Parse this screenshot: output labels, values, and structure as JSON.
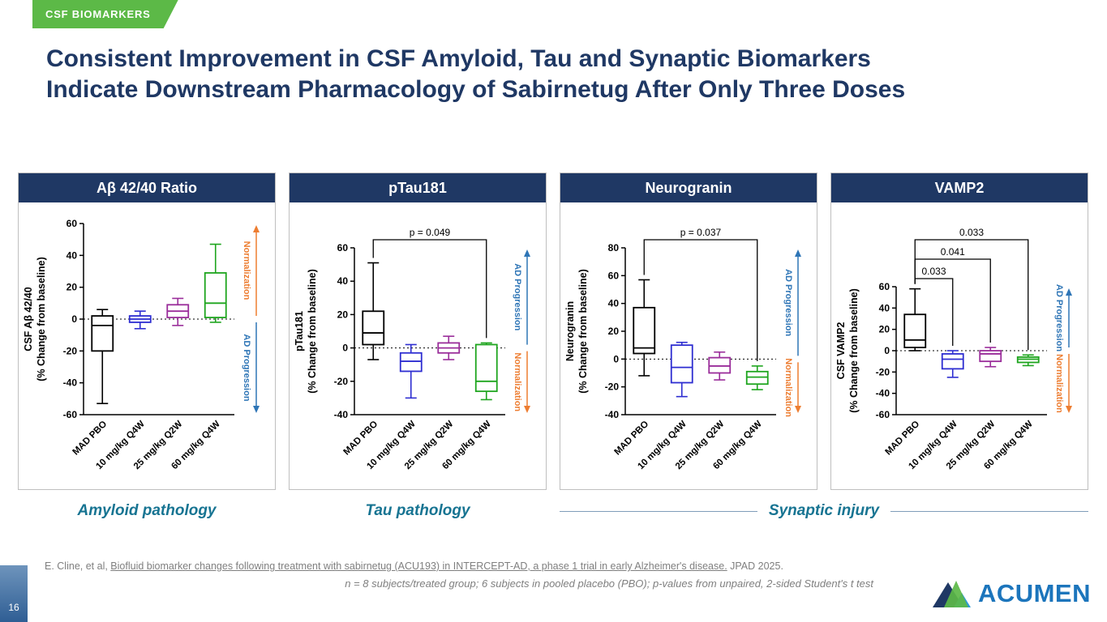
{
  "badge": {
    "label": "CSF BIOMARKERS"
  },
  "title": {
    "line1": "Consistent Improvement in CSF Amyloid, Tau and Synaptic Biomarkers",
    "line2": "Indicate Downstream Pharmacology of Sabirnetug After Only Three Doses"
  },
  "category_labels": {
    "amyloid": "Amyloid pathology",
    "tau": "Tau pathology",
    "synaptic": "Synaptic injury"
  },
  "footer": {
    "citation_prefix": "E. Cline, et al, ",
    "citation_underlined": "Biofluid biomarker changes following treatment with sabirnetug (ACU193) in INTERCEPT-AD, a phase 1 trial in early Alzheimer's disease.",
    "citation_suffix": " JPAD 2025.",
    "note": "n = 8 subjects/treated group; 6 subjects in pooled placebo (PBO); p-values from unpaired, 2-sided Student's t test",
    "page_number": "16"
  },
  "logo": {
    "text": "ACUMEN"
  },
  "colors": {
    "header_bg": "#1F3864",
    "title_text": "#1F3864",
    "badge_green": "#5CB947",
    "category_label": "#177492",
    "normalization_orange": "#ED7D31",
    "ad_progression_blue": "#2E75B6",
    "group_black": "#000000",
    "group_blue": "#2E2ED1",
    "group_purple": "#9A2D9A",
    "group_green": "#1EA51E"
  },
  "chart_data": [
    {
      "type": "box",
      "title": "Aβ 42/40 Ratio",
      "ylabel": [
        "CSF Aβ 42/40",
        "(% Change from baseline)"
      ],
      "ylim": [
        -60,
        60
      ],
      "ytick_step": 20,
      "groups": [
        "MAD PBO",
        "10 mg/kg Q4W",
        "25 mg/kg Q2W",
        "60 mg/kg Q4W"
      ],
      "colors": [
        "#000000",
        "#2E2ED1",
        "#9A2D9A",
        "#1EA51E"
      ],
      "boxes": [
        {
          "whisker_low": -53,
          "q1": -20,
          "median": -4,
          "q3": 2,
          "whisker_high": 6
        },
        {
          "whisker_low": -6,
          "q1": -2,
          "median": 0,
          "q3": 2,
          "whisker_high": 5
        },
        {
          "whisker_low": -4,
          "q1": 1,
          "median": 5,
          "q3": 9,
          "whisker_high": 13
        },
        {
          "whisker_low": -2,
          "q1": 1,
          "median": 10,
          "q3": 29,
          "whisker_high": 47
        }
      ],
      "right_annotations": [
        {
          "label": "Normalization",
          "position": "top",
          "direction": "up",
          "color": "#ED7D31"
        },
        {
          "label": "AD Progression",
          "position": "bottom",
          "direction": "down",
          "color": "#2E75B6"
        }
      ],
      "pvalues": []
    },
    {
      "type": "box",
      "title": "pTau181",
      "ylabel": [
        "pTau181",
        "(% Change from baseline)"
      ],
      "ylim": [
        -40,
        60
      ],
      "ytick_step": 20,
      "groups": [
        "MAD PBO",
        "10 mg/kg Q4W",
        "25 mg/kg Q2W",
        "60 mg/kg Q4W"
      ],
      "colors": [
        "#000000",
        "#2E2ED1",
        "#9A2D9A",
        "#1EA51E"
      ],
      "boxes": [
        {
          "whisker_low": -7,
          "q1": 2,
          "median": 9,
          "q3": 22,
          "whisker_high": 51
        },
        {
          "whisker_low": -30,
          "q1": -14,
          "median": -8,
          "q3": -3,
          "whisker_high": 2
        },
        {
          "whisker_low": -7,
          "q1": -3,
          "median": 0,
          "q3": 3,
          "whisker_high": 7
        },
        {
          "whisker_low": -31,
          "q1": -26,
          "median": -20,
          "q3": 2,
          "whisker_high": 3
        }
      ],
      "right_annotations": [
        {
          "label": "AD Progression",
          "position": "top",
          "direction": "up",
          "color": "#2E75B6"
        },
        {
          "label": "Normalization",
          "position": "bottom",
          "direction": "down",
          "color": "#ED7D31"
        }
      ],
      "pvalues": [
        {
          "label": "p = 0.049",
          "from": 0,
          "to": 3
        }
      ]
    },
    {
      "type": "box",
      "title": "Neurogranin",
      "ylabel": [
        "Neurogranin",
        "(% Change from baseline)"
      ],
      "ylim": [
        -40,
        80
      ],
      "ytick_step": 20,
      "groups": [
        "MAD PBO",
        "10 mg/kg Q4W",
        "25 mg/kg Q2W",
        "60 mg/kg Q4W"
      ],
      "colors": [
        "#000000",
        "#2E2ED1",
        "#9A2D9A",
        "#1EA51E"
      ],
      "boxes": [
        {
          "whisker_low": -12,
          "q1": 4,
          "median": 8,
          "q3": 37,
          "whisker_high": 57
        },
        {
          "whisker_low": -27,
          "q1": -17,
          "median": -6,
          "q3": 10,
          "whisker_high": 12
        },
        {
          "whisker_low": -15,
          "q1": -10,
          "median": -5,
          "q3": 1,
          "whisker_high": 5
        },
        {
          "whisker_low": -22,
          "q1": -18,
          "median": -13,
          "q3": -9,
          "whisker_high": -5
        }
      ],
      "right_annotations": [
        {
          "label": "AD Progression",
          "position": "top",
          "direction": "up",
          "color": "#2E75B6"
        },
        {
          "label": "Normalization",
          "position": "bottom",
          "direction": "down",
          "color": "#ED7D31"
        }
      ],
      "pvalues": [
        {
          "label": "p = 0.037",
          "from": 0,
          "to": 3
        }
      ]
    },
    {
      "type": "box",
      "title": "VAMP2",
      "ylabel": [
        "CSF VAMP2",
        "(% Change from baseline)"
      ],
      "ylim": [
        -60,
        60
      ],
      "ytick_step": 20,
      "groups": [
        "MAD PBO",
        "10 mg/kg Q4W",
        "25 mg/kg Q2W",
        "60 mg/kg Q4W"
      ],
      "colors": [
        "#000000",
        "#2E2ED1",
        "#9A2D9A",
        "#1EA51E"
      ],
      "boxes": [
        {
          "whisker_low": 0,
          "q1": 3,
          "median": 10,
          "q3": 34,
          "whisker_high": 58
        },
        {
          "whisker_low": -25,
          "q1": -17,
          "median": -8,
          "q3": -3,
          "whisker_high": 0
        },
        {
          "whisker_low": -15,
          "q1": -10,
          "median": -3,
          "q3": 0,
          "whisker_high": 3
        },
        {
          "whisker_low": -14,
          "q1": -11,
          "median": -8,
          "q3": -6,
          "whisker_high": -4
        }
      ],
      "right_annotations": [
        {
          "label": "AD Progression",
          "position": "top",
          "direction": "up",
          "color": "#2E75B6"
        },
        {
          "label": "Normalization",
          "position": "bottom",
          "direction": "down",
          "color": "#ED7D31"
        }
      ],
      "pvalues": [
        {
          "label": "0.033",
          "from": 0,
          "to": 1
        },
        {
          "label": "0.041",
          "from": 0,
          "to": 2
        },
        {
          "label": "0.033",
          "from": 0,
          "to": 3
        }
      ]
    }
  ]
}
